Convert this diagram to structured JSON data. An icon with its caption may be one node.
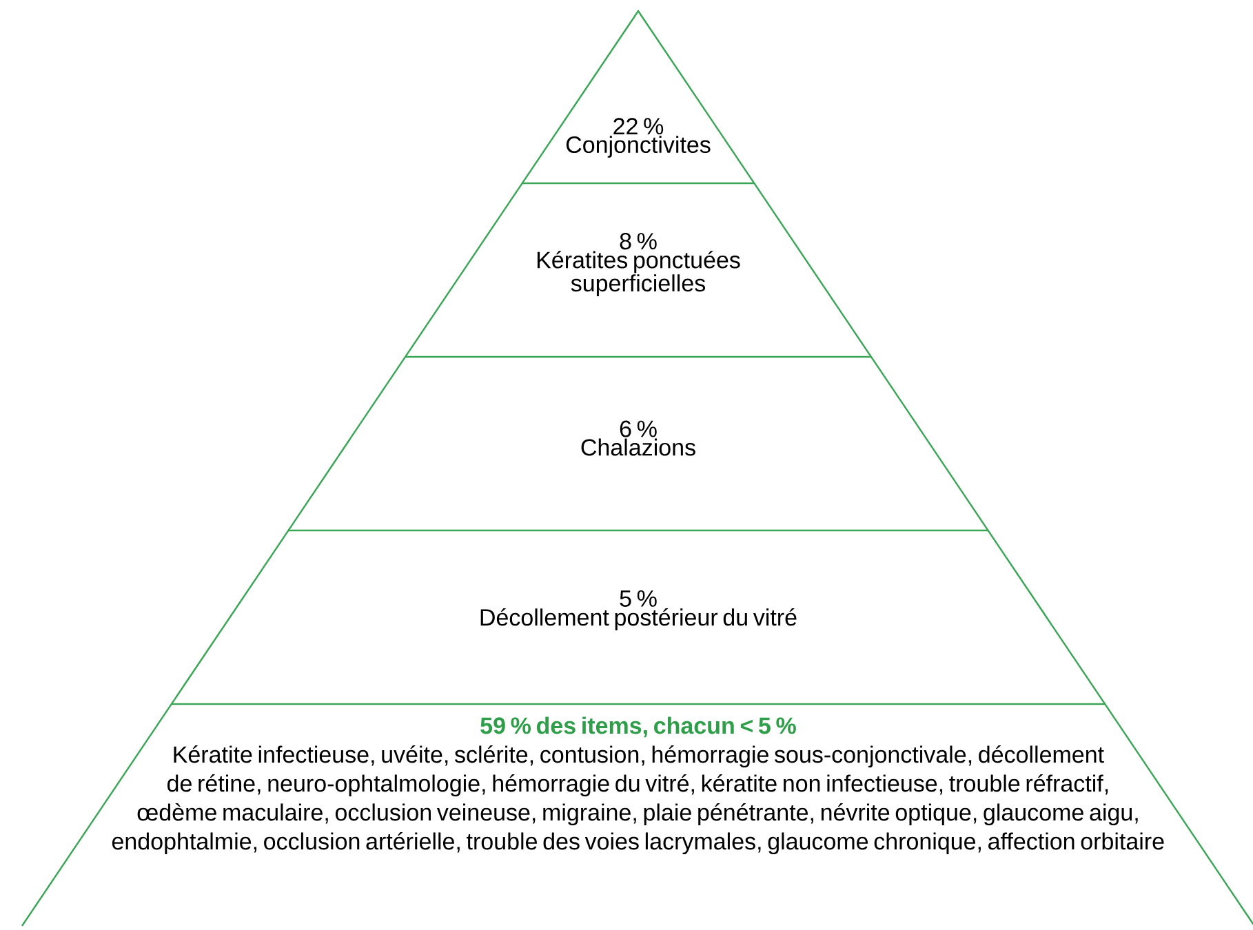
{
  "diagram": {
    "nodes": [
      {
        "text": [
          "22 %",
          "Conjonctivites"
        ]
      },
      {
        "text": [
          "8 %",
          "Kératites ponctuées superficielles"
        ]
      },
      {
        "text": [
          "6 %",
          "Chalazions"
        ]
      },
      {
        "text": [
          "5 %",
          "Décollement postérieur du vitré"
        ]
      },
      {
        "text": [
          "59 % des items, chacun < 5 %",
          "Kératite infectieuse, uvéite, sclérite, contusion, hémorragie sous-conjonctivale, décollement de rétine, neuro-ophtalmologie, hémorragie du vitré, kératite non infectieuse, trouble réfractif, œdème maculaire, occlusion veineuse, migraine, plaie pénétrante, névrite optique, glaucome aigu, endophtalmie, occlusion artérielle, trouble des voies lacrymales, glaucome chronique, affection orbitaire"
        ]
      }
    ]
  }
}
